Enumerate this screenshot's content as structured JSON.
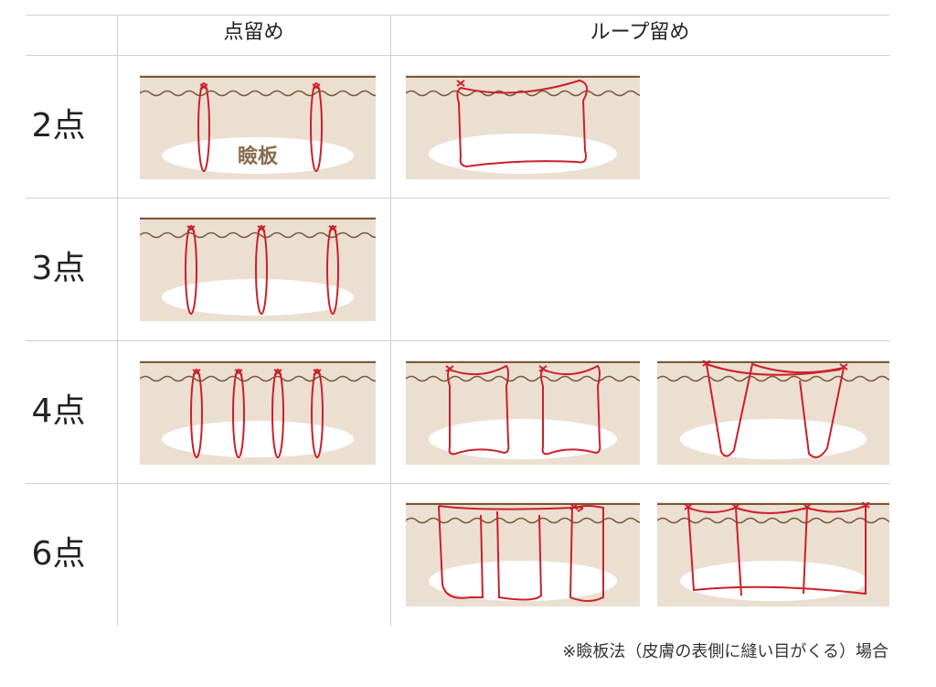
{
  "columns": {
    "point": "点留め",
    "loop": "ループ留め"
  },
  "rows": [
    "2点",
    "3点",
    "4点",
    "6点"
  ],
  "tarsus_label": "瞼板",
  "footnote": "※瞼板法（皮膚の表側に縫い目がくる）場合",
  "colors": {
    "skin": "#ebdfd1",
    "surface_line": "#7a5a3a",
    "tarsus": "#ffffff",
    "thread": "#cc1f2a",
    "label": "#8a6b50",
    "grid": "#cfcfcf"
  }
}
